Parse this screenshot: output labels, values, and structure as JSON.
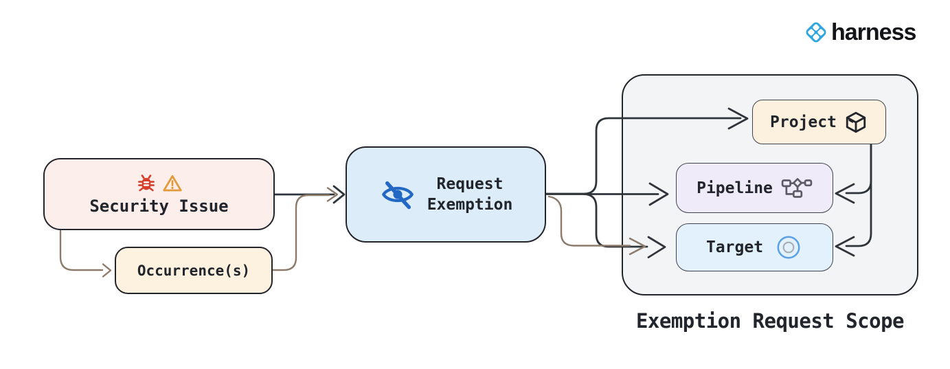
{
  "brand": {
    "name": "harness",
    "logo_icon": "harness-diamond-icon"
  },
  "nodes": {
    "security_issue": {
      "label": "Security Issue",
      "icons": [
        "bug-icon",
        "warning-triangle-icon"
      ]
    },
    "occurrences": {
      "label": "Occurrence(s)"
    },
    "request_exemption": {
      "line1": "Request",
      "line2": "Exemption",
      "icon": "eye-off-icon"
    },
    "project": {
      "label": "Project",
      "icon": "cube-icon"
    },
    "pipeline": {
      "label": "Pipeline",
      "icon": "workflow-icon"
    },
    "target": {
      "label": "Target",
      "icon": "target-circle-icon"
    }
  },
  "scope": {
    "title": "Exemption Request Scope"
  },
  "edges": [
    {
      "from": "security_issue",
      "to": "request_exemption",
      "color": "dark"
    },
    {
      "from": "security_issue",
      "to": "occurrences",
      "color": "brown"
    },
    {
      "from": "occurrences",
      "to": "request_exemption",
      "color": "brown"
    },
    {
      "from": "request_exemption",
      "to": "project",
      "color": "dark"
    },
    {
      "from": "request_exemption",
      "to": "pipeline",
      "color": "dark"
    },
    {
      "from": "request_exemption",
      "to": "target",
      "color": "dark"
    },
    {
      "from": "occurrences",
      "to": "target",
      "color": "brown"
    },
    {
      "from": "project",
      "to": "pipeline",
      "color": "dark"
    },
    {
      "from": "project",
      "to": "target",
      "color": "dark"
    }
  ],
  "colors": {
    "brand_blue": "#2fa6df",
    "accent_blue": "#2268c4",
    "bug_red": "#d8402c",
    "warning_orange": "#e39a3b",
    "edge_dark": "#2f343a",
    "edge_brown": "#8c7a6b",
    "border_dark": "#23252b",
    "border_gray": "#3e424c",
    "text": "#22252b",
    "security_fill": "#fbeeeb",
    "occurrence_fill": "#fcf2df",
    "request_fill": "#dcedf9",
    "scope_fill": "#f3f4f6",
    "project_fill": "#fcf1de",
    "pipeline_fill": "#efebf9",
    "target_fill": "#e2f1fb",
    "target_ring_blue": "#5aa0e4",
    "target_ring_gray": "#a9adb3",
    "workflow_gray": "#5d5a66"
  }
}
